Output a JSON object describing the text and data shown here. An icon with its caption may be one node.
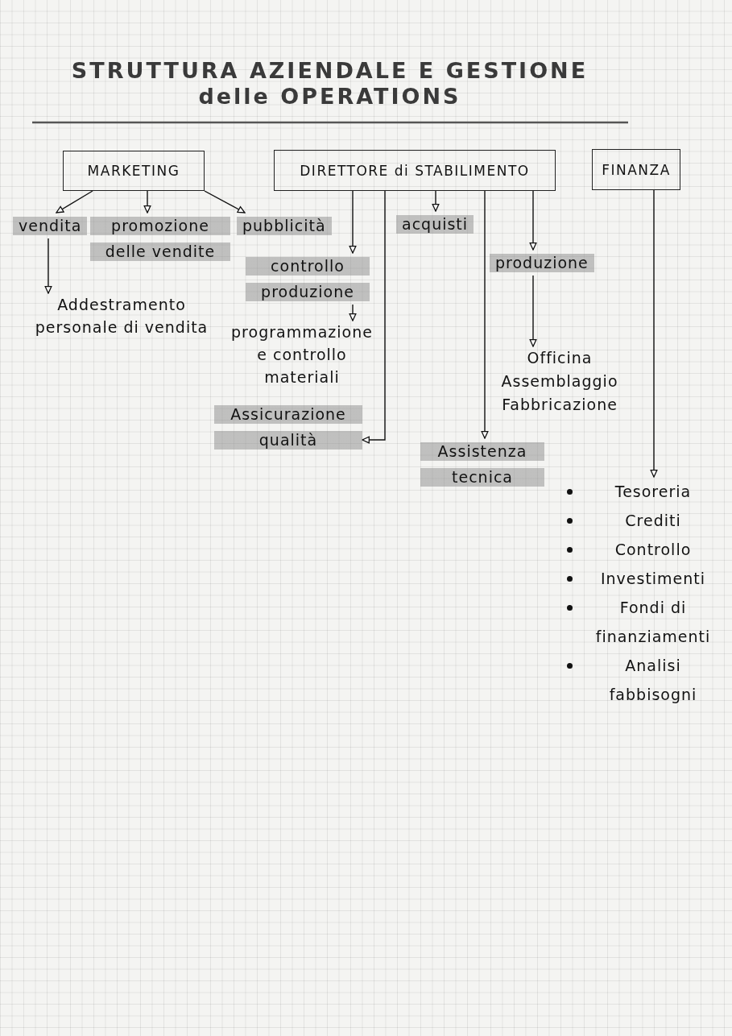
{
  "diagram": {
    "title": "STRUTTURA AZIENDALE E GESTIONE delle OPERATIONS",
    "nodes": [
      {
        "text": [
          "MARKETING"
        ]
      },
      {
        "text": [
          "DIRETTORE di STABILIMENTO"
        ]
      },
      {
        "text": [
          "FINANZA"
        ]
      },
      {
        "text": [
          "vendita"
        ]
      },
      {
        "text": [
          "promozione delle vendite"
        ]
      },
      {
        "text": [
          "pubblicità"
        ]
      },
      {
        "text": [
          "Addestramento personale di vendita"
        ]
      },
      {
        "text": [
          "acquisti"
        ]
      },
      {
        "text": [
          "controllo produzione"
        ]
      },
      {
        "text": [
          "produzione"
        ]
      },
      {
        "text": [
          "programmazione e controllo materiali"
        ]
      },
      {
        "text": [
          "Officina",
          "Assemblaggio",
          "Fabbricazione"
        ]
      },
      {
        "text": [
          "Assicurazione qualità"
        ]
      },
      {
        "text": [
          "Assistenza tecnica"
        ]
      },
      {
        "text": [
          "Tesoreria",
          "Crediti",
          "Controllo",
          "Investimenti",
          "Fondi di finanziamenti",
          "Analisi fabbisogni"
        ]
      }
    ],
    "edges": [
      {
        "from": 0,
        "to": 3,
        "arrow": "to"
      },
      {
        "from": 0,
        "to": 4,
        "arrow": "to"
      },
      {
        "from": 0,
        "to": 5,
        "arrow": "to"
      },
      {
        "from": 3,
        "to": 6,
        "arrow": "to"
      },
      {
        "from": 1,
        "to": 8,
        "arrow": "to"
      },
      {
        "from": 8,
        "to": 10,
        "arrow": "to"
      },
      {
        "from": 1,
        "to": 7,
        "arrow": "to"
      },
      {
        "from": 1,
        "to": 9,
        "arrow": "to"
      },
      {
        "from": 9,
        "to": 11,
        "arrow": "to"
      },
      {
        "from": 1,
        "to": 12,
        "arrow": "to"
      },
      {
        "from": 1,
        "to": 13,
        "arrow": "to"
      },
      {
        "from": 2,
        "to": 14,
        "arrow": "to"
      }
    ]
  }
}
